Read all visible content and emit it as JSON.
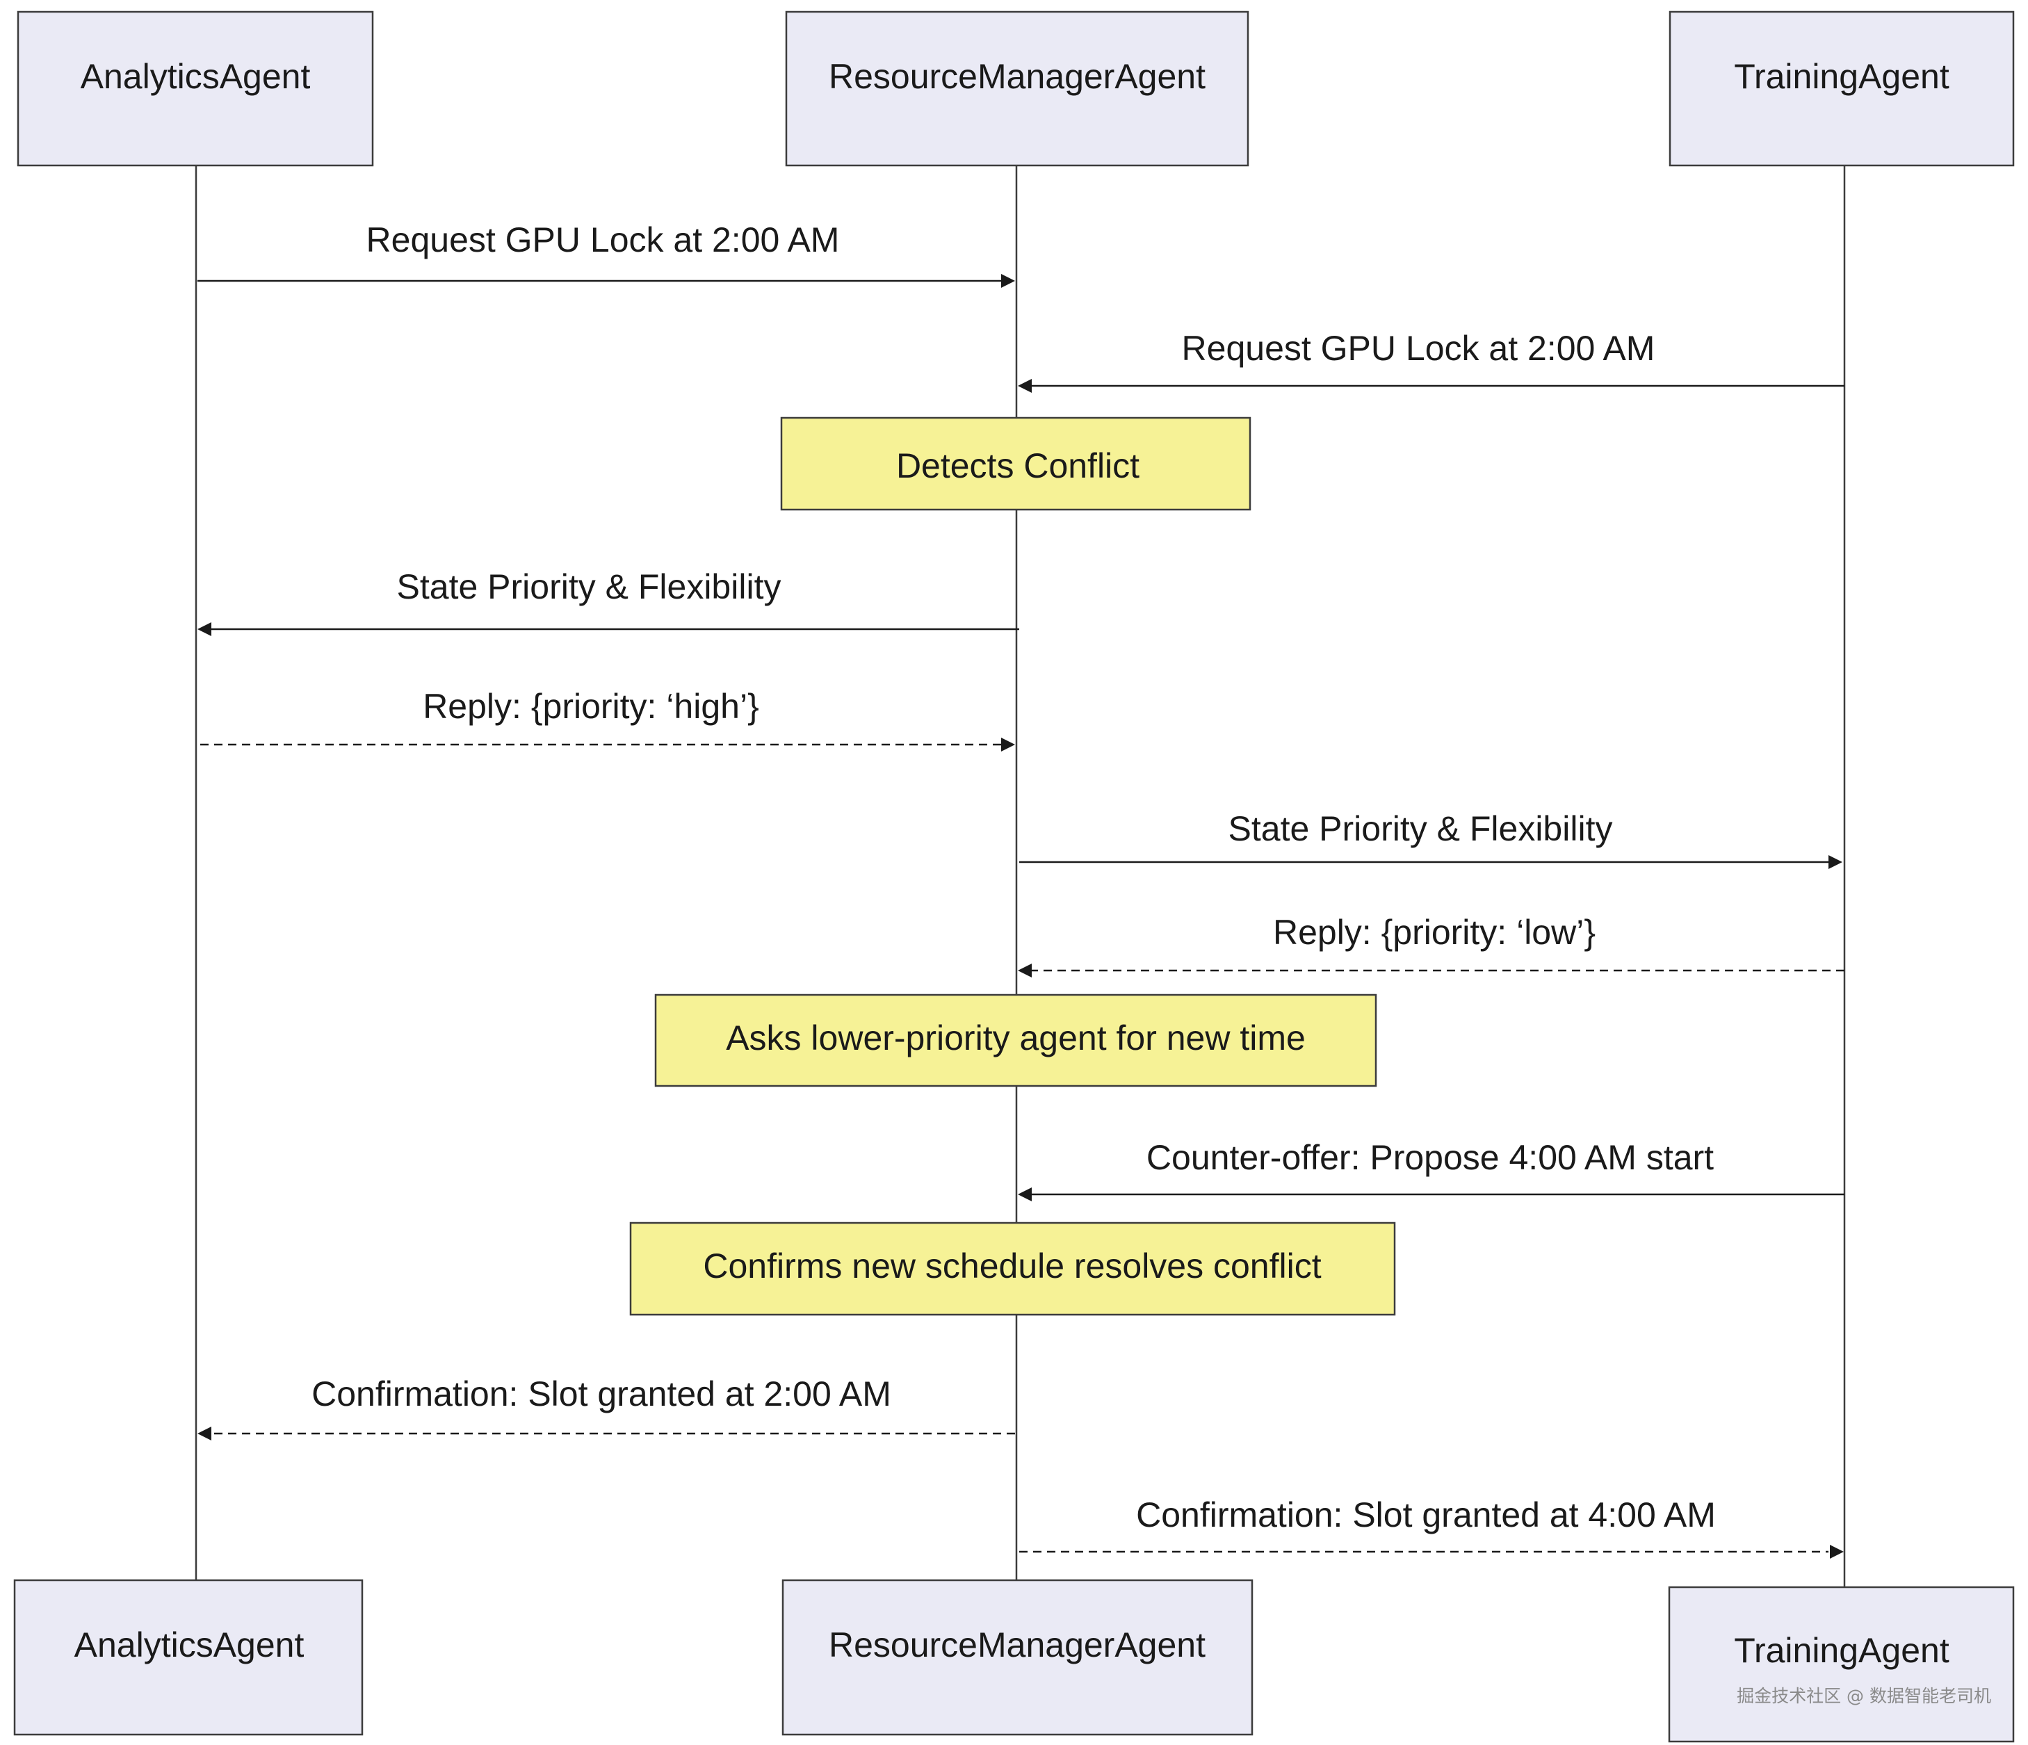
{
  "diagram": {
    "type": "sequence",
    "participants": [
      {
        "id": "analytics",
        "label": "AnalyticsAgent"
      },
      {
        "id": "resource",
        "label": "ResourceManagerAgent"
      },
      {
        "id": "training",
        "label": "TrainingAgent"
      }
    ],
    "steps": [
      {
        "kind": "message",
        "from": "analytics",
        "to": "resource",
        "style": "solid",
        "label": "Request GPU Lock at 2:00 AM"
      },
      {
        "kind": "message",
        "from": "training",
        "to": "resource",
        "style": "solid",
        "label": "Request GPU Lock at 2:00 AM"
      },
      {
        "kind": "note",
        "over": "resource",
        "label": "Detects Conflict"
      },
      {
        "kind": "message",
        "from": "resource",
        "to": "analytics",
        "style": "solid",
        "label": "State Priority & Flexibility"
      },
      {
        "kind": "message",
        "from": "analytics",
        "to": "resource",
        "style": "dashed",
        "label": "Reply: {priority: ‘high’}"
      },
      {
        "kind": "message",
        "from": "resource",
        "to": "training",
        "style": "solid",
        "label": "State Priority & Flexibility"
      },
      {
        "kind": "message",
        "from": "training",
        "to": "resource",
        "style": "dashed",
        "label": "Reply: {priority: ‘low’}"
      },
      {
        "kind": "note",
        "over": "resource",
        "label": "Asks lower-priority agent for new time"
      },
      {
        "kind": "message",
        "from": "training",
        "to": "resource",
        "style": "solid",
        "label": "Counter-offer: Propose 4:00 AM start"
      },
      {
        "kind": "note",
        "over": "resource",
        "label": "Confirms new schedule resolves conflict"
      },
      {
        "kind": "message",
        "from": "resource",
        "to": "analytics",
        "style": "dashed",
        "label": "Confirmation: Slot granted at 2:00 AM"
      },
      {
        "kind": "message",
        "from": "resource",
        "to": "training",
        "style": "dashed",
        "label": "Confirmation: Slot granted at 4:00 AM"
      }
    ],
    "colors": {
      "actor_fill": "#eaeaf5",
      "note_fill": "#f6f296",
      "line": "#1a1a1a"
    }
  },
  "watermark": "掘金技术社区 @ 数据智能老司机"
}
